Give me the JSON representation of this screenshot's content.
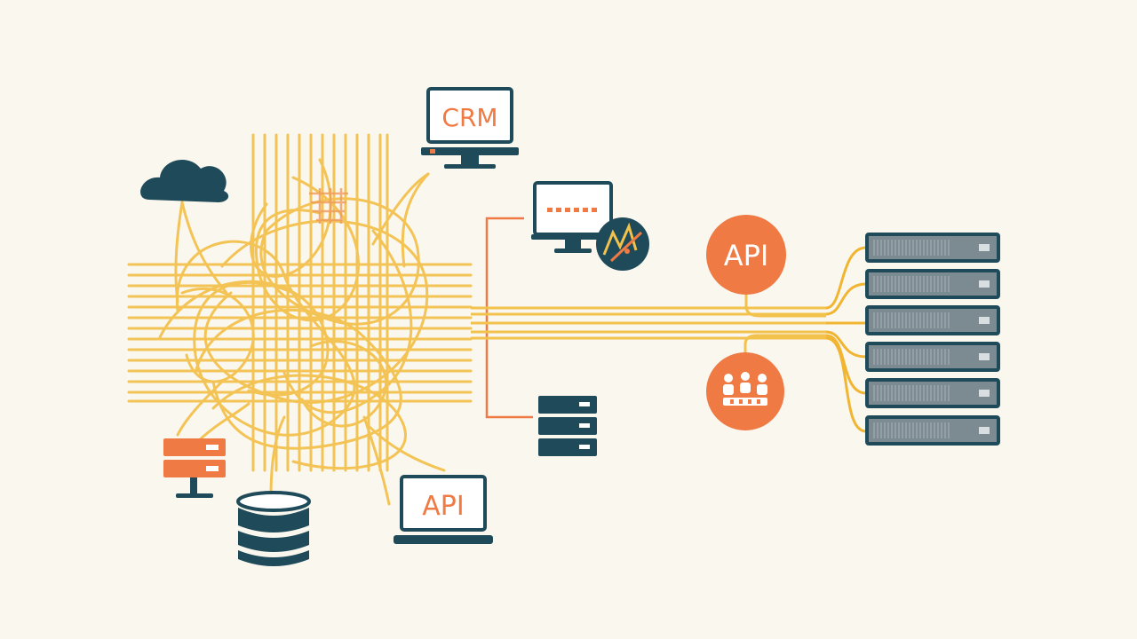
{
  "labels": {
    "crm_monitor": "CRM",
    "api_laptop": "API",
    "api_circle": "API"
  },
  "icons": {
    "cloud": "cloud-icon",
    "crm_monitor": "monitor-icon",
    "dashboard_monitor": "monitor-icon",
    "gauge_badge": "gauge-icon",
    "small_server": "server-icon",
    "local_server": "server-icon",
    "database": "database-icon",
    "api_laptop": "laptop-icon",
    "api_circle": "api-icon",
    "team_circle": "users-icon",
    "server_rack": "server-rack-icon"
  },
  "colors": {
    "background": "#faf7ef",
    "tangle": "#f3c24d",
    "orange": "#ef7a43",
    "navy": "#1f4a5a",
    "rack_fill": "#7c8a91",
    "connector": "#f1b531"
  }
}
